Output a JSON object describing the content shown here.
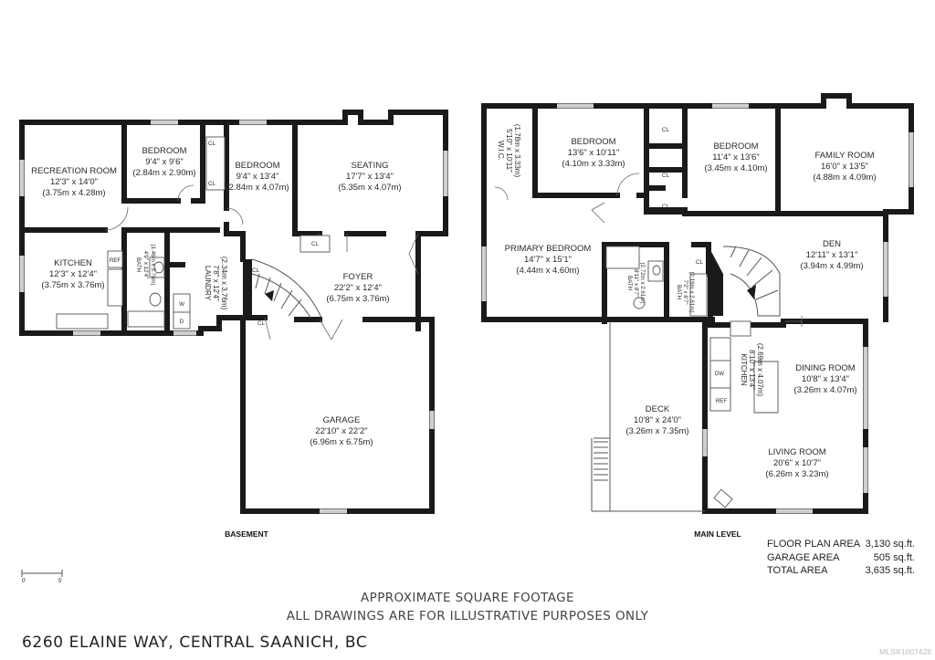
{
  "basement": {
    "level_label": "BASEMENT",
    "rooms": [
      {
        "name": "RECREATION ROOM",
        "dim_imperial": "12'3\" x 14'0\"",
        "dim_metric": "(3.75m x 4.28m)"
      },
      {
        "name": "BEDROOM",
        "dim_imperial": "9'4\" x 9'6\"",
        "dim_metric": "(2.84m x 2.90m)"
      },
      {
        "name": "BEDROOM",
        "dim_imperial": "9'4\" x 13'4\"",
        "dim_metric": "(2.84m x 4.07m)"
      },
      {
        "name": "SEATING",
        "dim_imperial": "17'7\" x 13'4\"",
        "dim_metric": "(5.35m x 4.07m)"
      },
      {
        "name": "KITCHEN",
        "dim_imperial": "12'3\" x 12'4\"",
        "dim_metric": "(3.75m x 3.76m)"
      },
      {
        "name": "BATH",
        "dim_imperial": "4'9\" x 12'4\"",
        "dim_metric": "(1.46m x 3.76m)"
      },
      {
        "name": "LAUNDRY",
        "dim_imperial": "7'8\" x 12'4\"",
        "dim_metric": "(2.34m x 3.76m)"
      },
      {
        "name": "FOYER",
        "dim_imperial": "22'2\" x 12'4\"",
        "dim_metric": "(6.75m x 3.76m)"
      },
      {
        "name": "GARAGE",
        "dim_imperial": "22'10\" x 22'2\"",
        "dim_metric": "(6.96m x 6.75m)"
      }
    ],
    "fixtures": {
      "cl": "CL",
      "ref": "REF",
      "washer": "W",
      "dryer": "D"
    }
  },
  "main_level": {
    "level_label": "MAIN LEVEL",
    "rooms": [
      {
        "name": "W.I.C.",
        "dim_imperial": "5'10\" x 10'11\"",
        "dim_metric": "(1.78m x 3.33m)"
      },
      {
        "name": "BEDROOM",
        "dim_imperial": "13'6\" x 10'11\"",
        "dim_metric": "(4.10m x 3.33m)"
      },
      {
        "name": "BEDROOM",
        "dim_imperial": "11'4\" x 13'6\"",
        "dim_metric": "(3.45m x 4.10m)"
      },
      {
        "name": "FAMILY ROOM",
        "dim_imperial": "16'0\" x 13'5\"",
        "dim_metric": "(4.88m x 4.09m)"
      },
      {
        "name": "PRIMARY BEDROOM",
        "dim_imperial": "14'7\" x 15'1\"",
        "dim_metric": "(4.44m x 4.60m)"
      },
      {
        "name": "BATH",
        "dim_imperial": "8'11\" x 8'7\"",
        "dim_metric": "(2.72m x 2.61m)"
      },
      {
        "name": "BATH",
        "dim_imperial": "7'2\" x 8'7\"",
        "dim_metric": "(2.19m x 2.61m)"
      },
      {
        "name": "DEN",
        "dim_imperial": "12'11\" x 13'1\"",
        "dim_metric": "(3.94m x 4.99m)"
      },
      {
        "name": "KITCHEN",
        "dim_imperial": "8'10\" x 13'4\"",
        "dim_metric": "(2.69m x 4.07m)"
      },
      {
        "name": "DINING ROOM",
        "dim_imperial": "10'8\" x 13'4\"",
        "dim_metric": "(3.26m x 4.07m)"
      },
      {
        "name": "DECK",
        "dim_imperial": "10'8\" x 24'0\"",
        "dim_metric": "(3.26m x 7.35m)"
      },
      {
        "name": "LIVING ROOM",
        "dim_imperial": "20'6\" x 10'7\"",
        "dim_metric": "(6.26m x 3.23m)"
      }
    ],
    "fixtures": {
      "cl": "CL",
      "ref": "REF",
      "dw": "DW"
    }
  },
  "areas": [
    {
      "label": "FLOOR PLAN AREA",
      "value": "3,130 sq.ft."
    },
    {
      "label": "GARAGE AREA",
      "value": "505 sq.ft."
    },
    {
      "label": "TOTAL AREA",
      "value": "3,635 sq.ft."
    }
  ],
  "scale": {
    "start": "0'",
    "end": "5'"
  },
  "footer": {
    "line1": "APPROXIMATE SQUARE FOOTAGE",
    "line2": "ALL DRAWINGS ARE FOR ILLUSTRATIVE PURPOSES ONLY"
  },
  "address": "6260 ELAINE WAY, CENTRAL SAANICH, BC",
  "listing_id": "MLS®1007428",
  "colors": {
    "wall": "#1a1a1a",
    "window": "#cfcfcf",
    "text": "#2a2a2a"
  }
}
